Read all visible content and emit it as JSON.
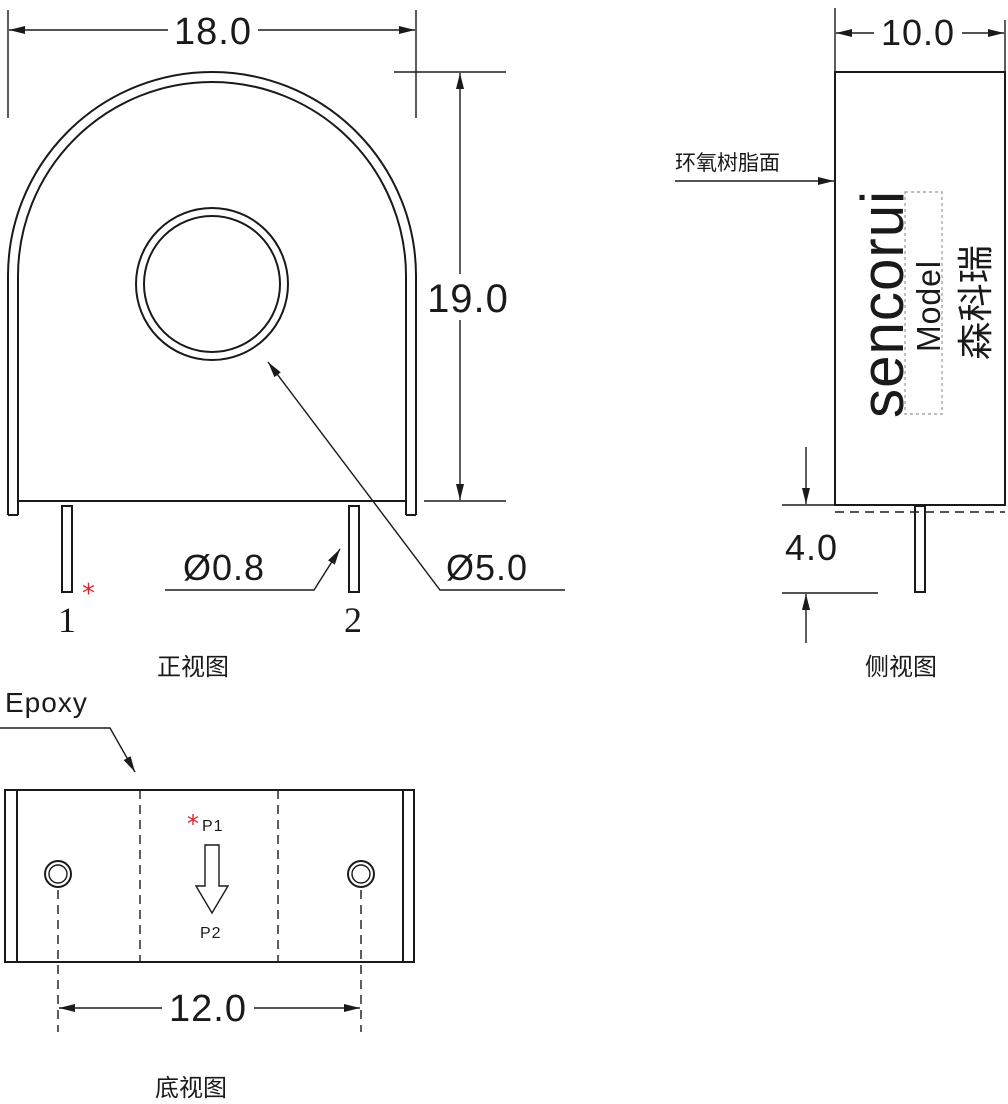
{
  "front_view": {
    "caption": "正视图",
    "width_dim": "18.0",
    "height_dim": "19.0",
    "pin_diameter": "Ø0.8",
    "hole_diameter": "Ø5.0",
    "pin1_label": "1",
    "pin1_mark": "*",
    "pin2_label": "2"
  },
  "side_view": {
    "caption": "侧视图",
    "depth_dim": "10.0",
    "pin_length_dim": "4.0",
    "epoxy_face_label": "环氧树脂面",
    "brand": "sencorui",
    "model_label": "Model",
    "brand_cn": "森科瑞"
  },
  "bottom_view": {
    "caption": "底视图",
    "epoxy_label": "Epoxy",
    "pin_spacing_dim": "12.0",
    "p1_mark": "*",
    "p1_label": "P1",
    "p2_label": "P2"
  },
  "colors": {
    "line": "#1a1a1a",
    "marker": "#e0202a",
    "dashed_box": "#a8a8a8"
  }
}
